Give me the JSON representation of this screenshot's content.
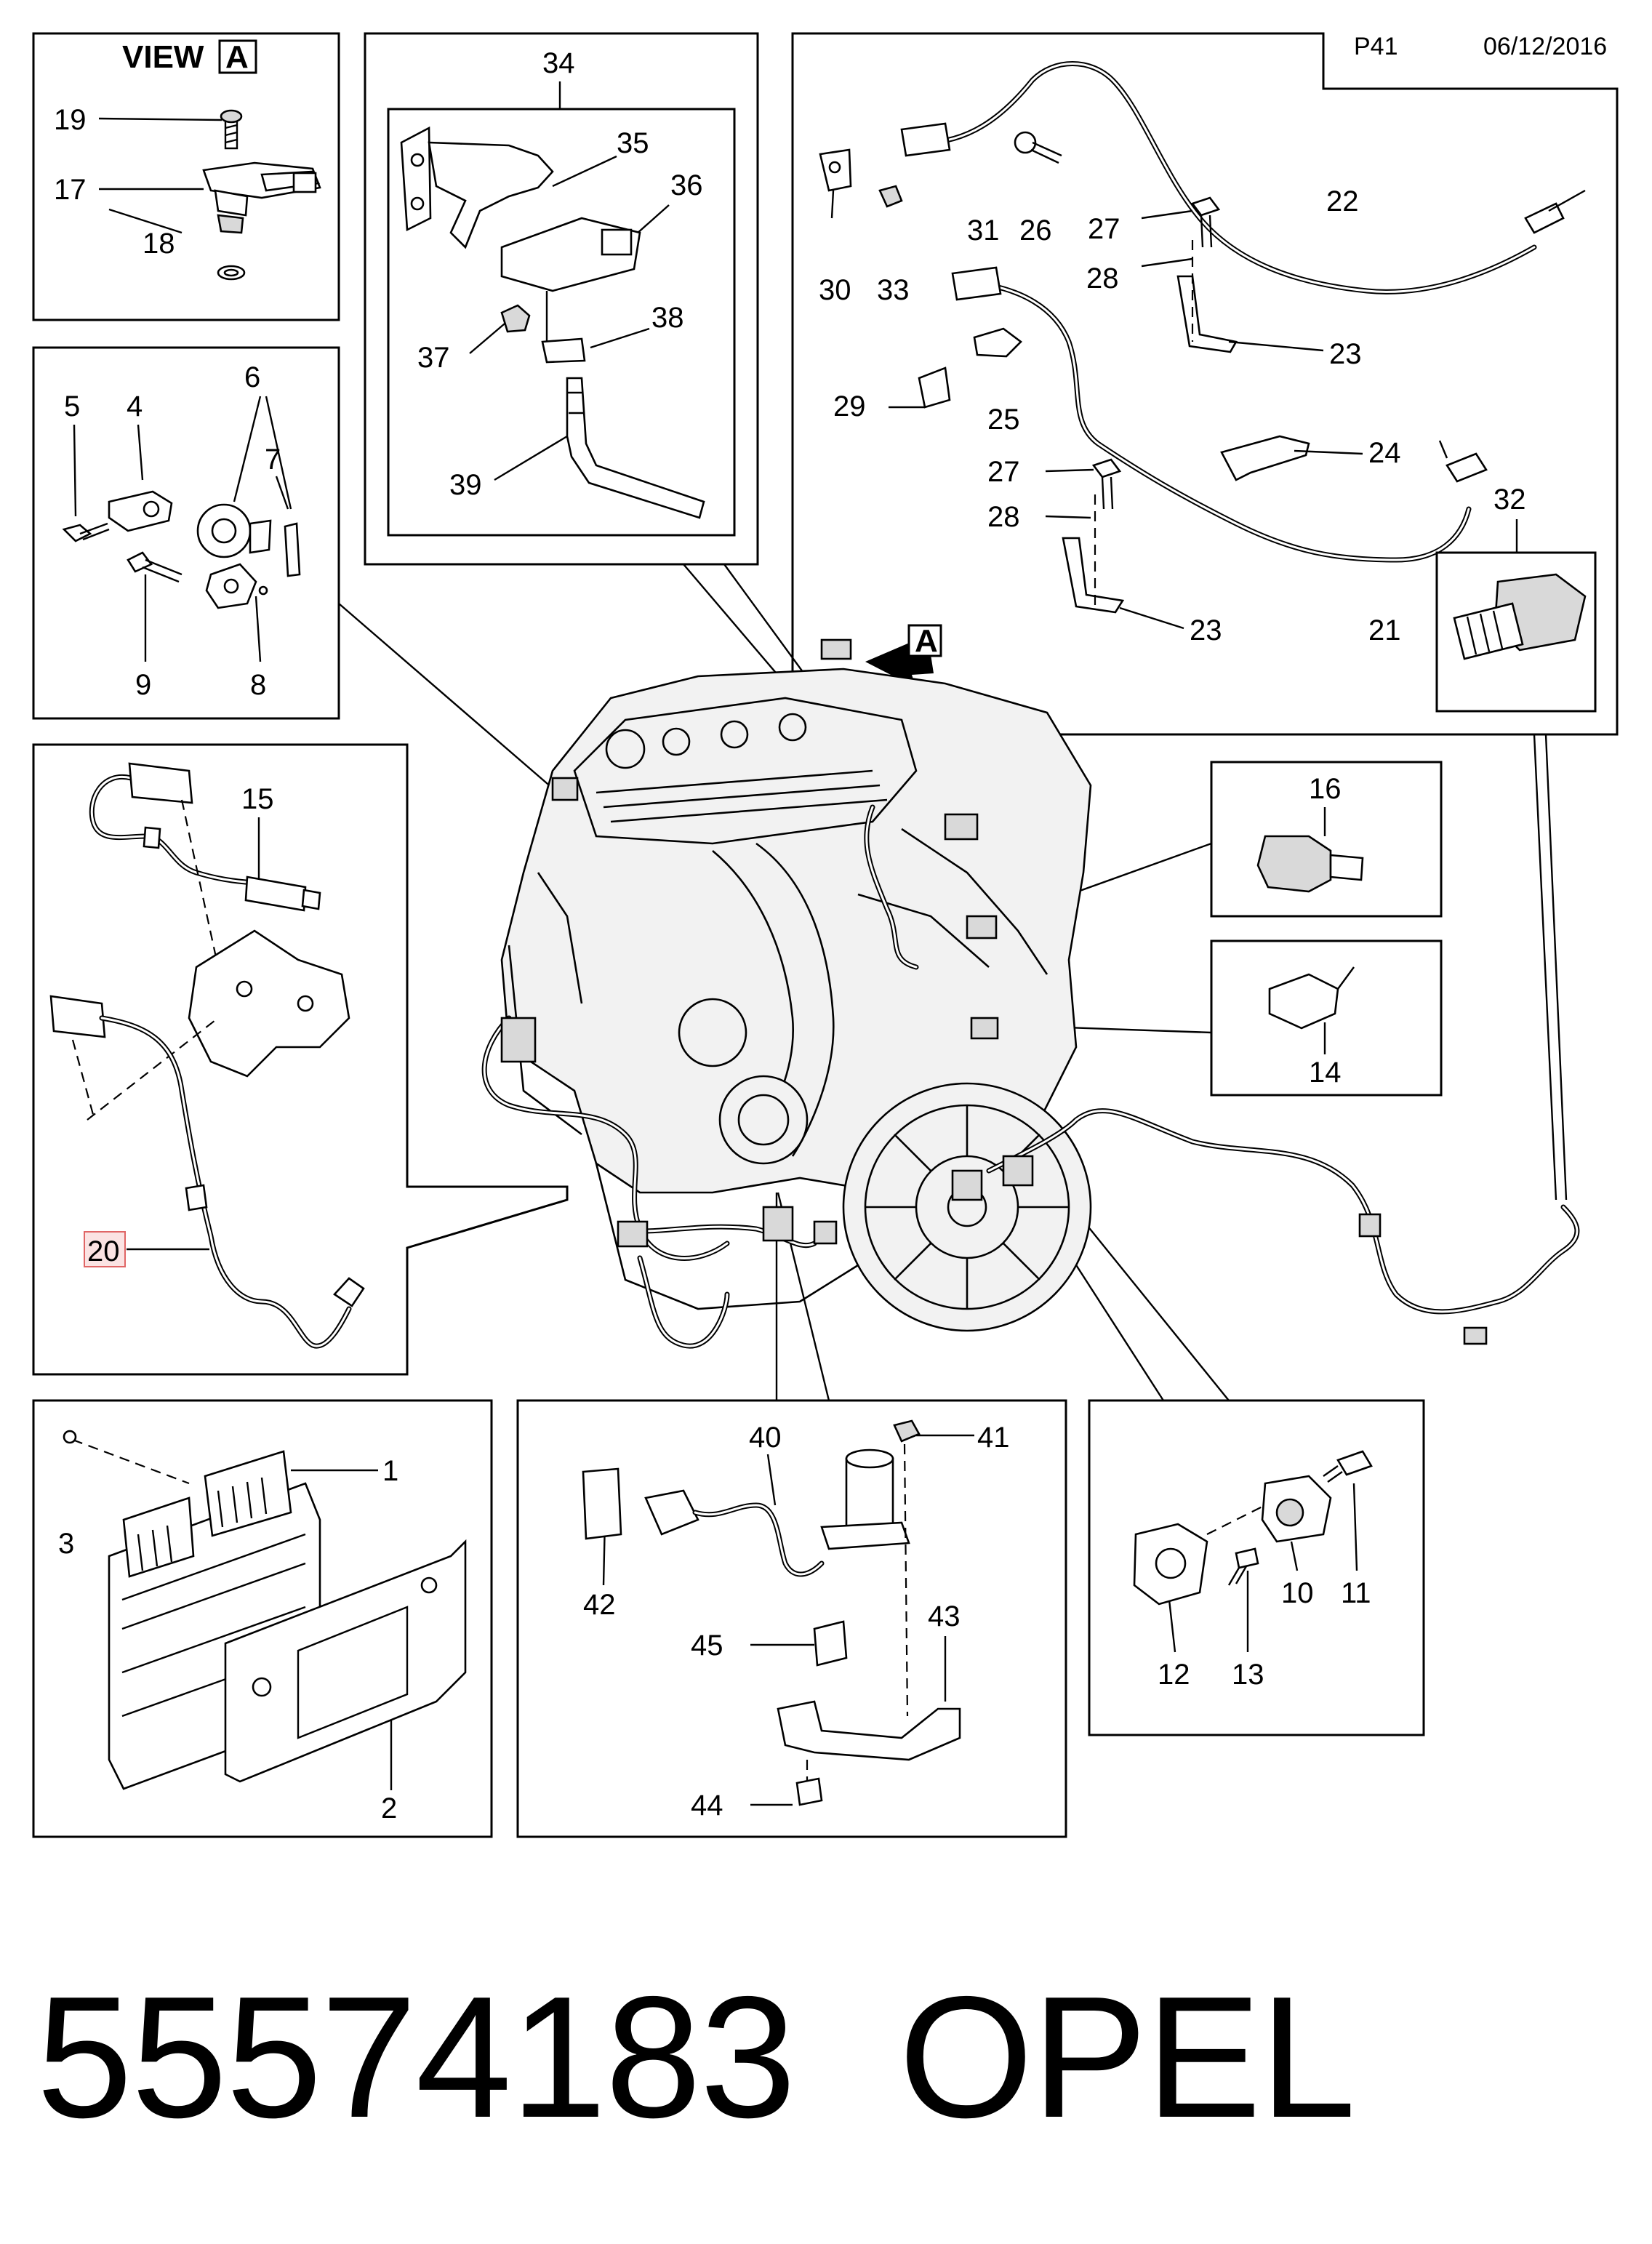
{
  "header": {
    "page": "P41",
    "date": "06/12/2016"
  },
  "view_a": {
    "title": "VIEW",
    "letter": "A"
  },
  "view_arrow_letter": "A",
  "callouts": {
    "c1": "1",
    "c2": "2",
    "c3": "3",
    "c4": "4",
    "c5": "5",
    "c6": "6",
    "c7": "7",
    "c8": "8",
    "c9": "9",
    "c10": "10",
    "c11": "11",
    "c12": "12",
    "c13": "13",
    "c14": "14",
    "c15": "15",
    "c16": "16",
    "c17": "17",
    "c18": "18",
    "c19": "19",
    "c20": "20",
    "c21": "21",
    "c22": "22",
    "c23a": "23",
    "c23b": "23",
    "c24": "24",
    "c25": "25",
    "c26": "26",
    "c27a": "27",
    "c27b": "27",
    "c28a": "28",
    "c28b": "28",
    "c29": "29",
    "c30": "30",
    "c31": "31",
    "c32": "32",
    "c33": "33",
    "c34": "34",
    "c35": "35",
    "c36": "36",
    "c37": "37",
    "c38": "38",
    "c39": "39",
    "c40": "40",
    "c41": "41",
    "c42": "42",
    "c43": "43",
    "c44": "44",
    "c45": "45"
  },
  "highlighted_callout": "20",
  "footer": {
    "part_number": "55574183",
    "brand": "OPEL"
  }
}
